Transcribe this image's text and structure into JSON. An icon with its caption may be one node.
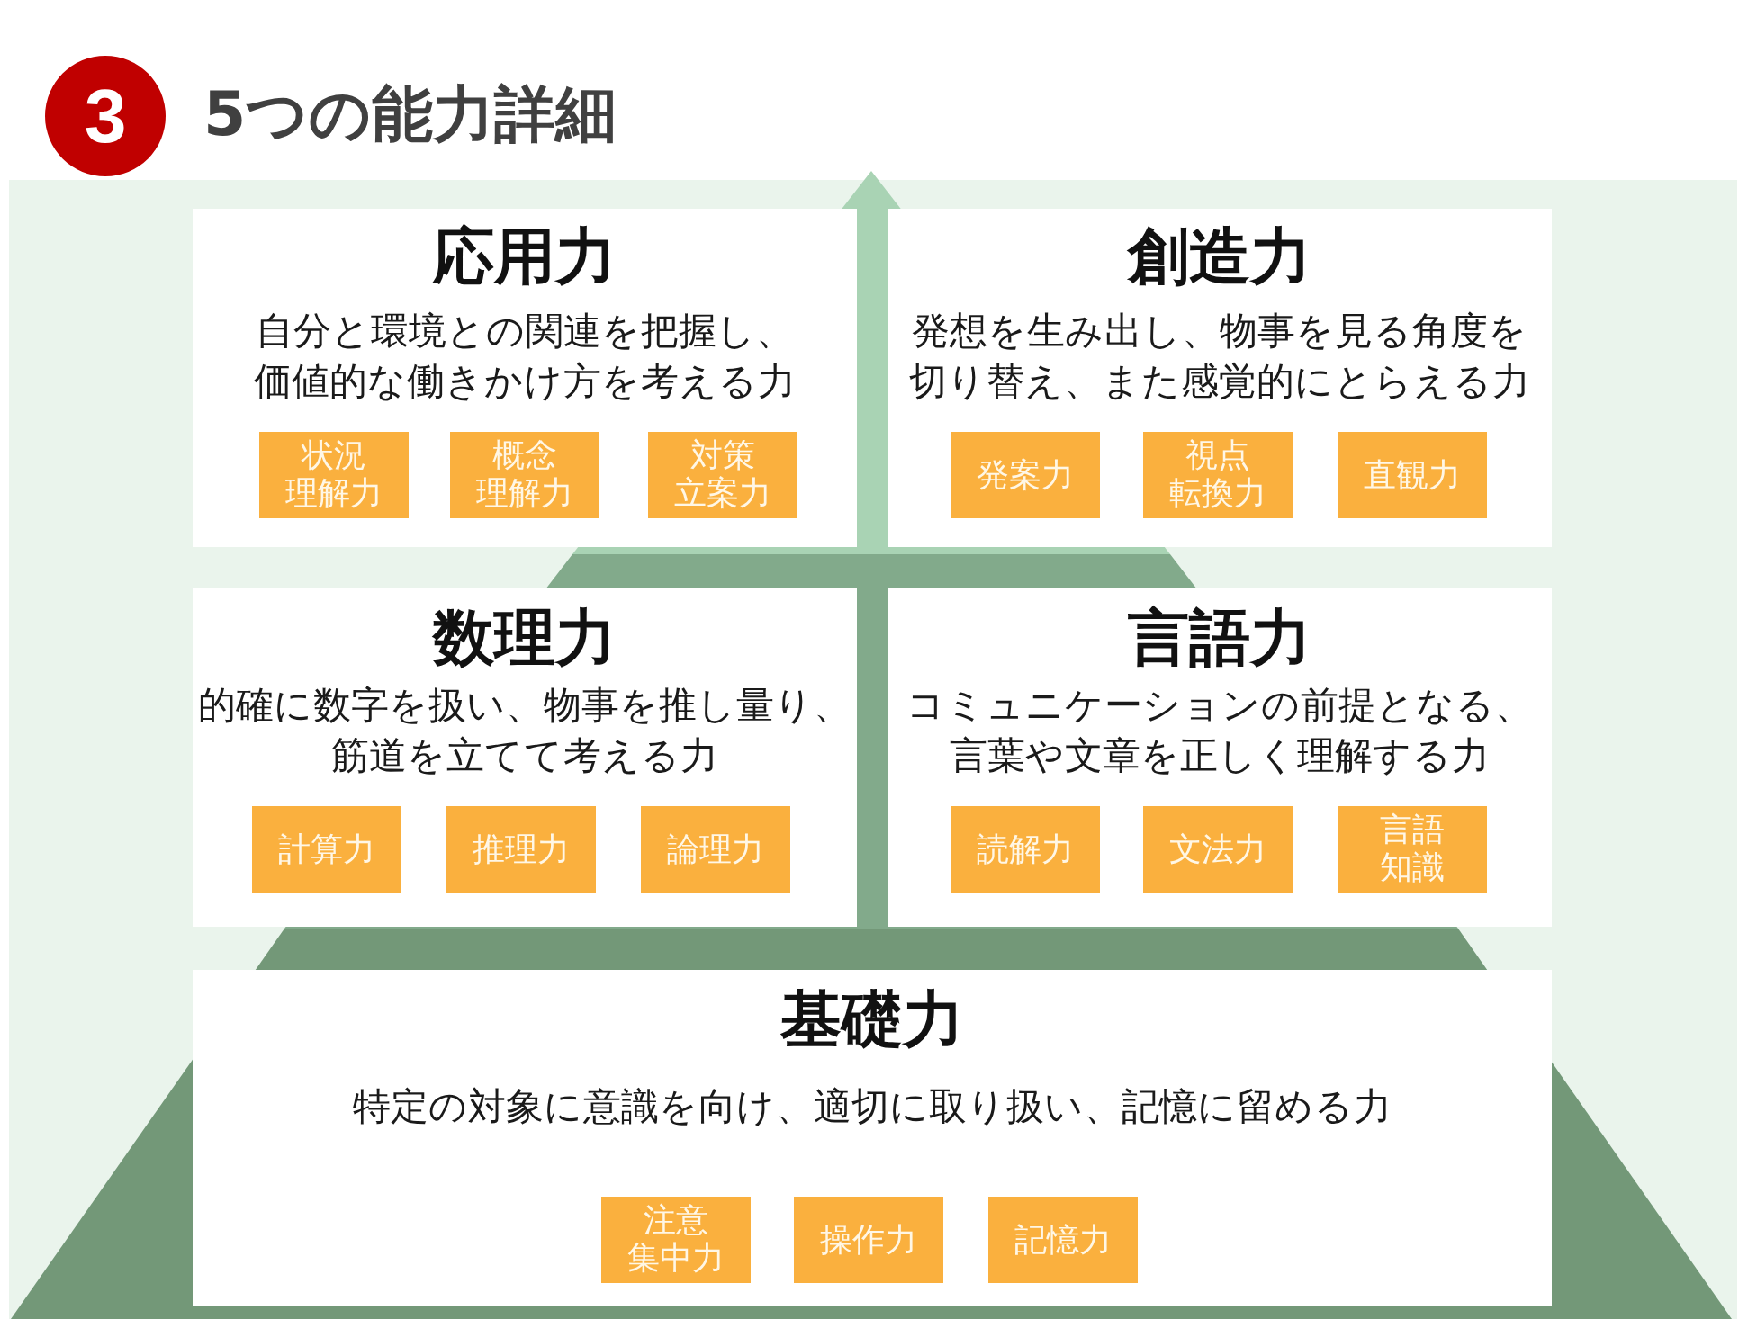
{
  "diagram": {
    "title": "5つの能力詳細",
    "nodes": [
      {
        "text": [
          "3"
        ]
      },
      {
        "text": [
          "応用力",
          "自分と環境との関連を把握し、価値的な働きかけ方を考える力"
        ]
      },
      {
        "text": [
          "状況理解力"
        ],
        "in": 1
      },
      {
        "text": [
          "概念理解力"
        ],
        "in": 1
      },
      {
        "text": [
          "対策立案力"
        ],
        "in": 1
      },
      {
        "text": [
          "創造力",
          "発想を生み出し、物事を見る角度を切り替え、また感覚的にとらえる力"
        ]
      },
      {
        "text": [
          "発案力"
        ],
        "in": 5
      },
      {
        "text": [
          "視点転換力"
        ],
        "in": 5
      },
      {
        "text": [
          "直観力"
        ],
        "in": 5
      },
      {
        "text": [
          "数理力",
          "的確に数字を扱い、物事を推し量り、筋道を立てて考える力"
        ]
      },
      {
        "text": [
          "計算力"
        ],
        "in": 9
      },
      {
        "text": [
          "推理力"
        ],
        "in": 9
      },
      {
        "text": [
          "論理力"
        ],
        "in": 9
      },
      {
        "text": [
          "言語力",
          "コミュニケーションの前提となる、言葉や文章を正しく理解する力"
        ]
      },
      {
        "text": [
          "読解力"
        ],
        "in": 13
      },
      {
        "text": [
          "文法力"
        ],
        "in": 13
      },
      {
        "text": [
          "言語知識"
        ],
        "in": 13
      },
      {
        "text": [
          "基礎力",
          "特定の対象に意識を向け、適切に取り扱い、記憶に留める力"
        ]
      },
      {
        "text": [
          "注意集中力"
        ],
        "in": 17
      },
      {
        "text": [
          "操作力"
        ],
        "in": 17
      },
      {
        "text": [
          "記憶力"
        ],
        "in": 17
      }
    ]
  }
}
